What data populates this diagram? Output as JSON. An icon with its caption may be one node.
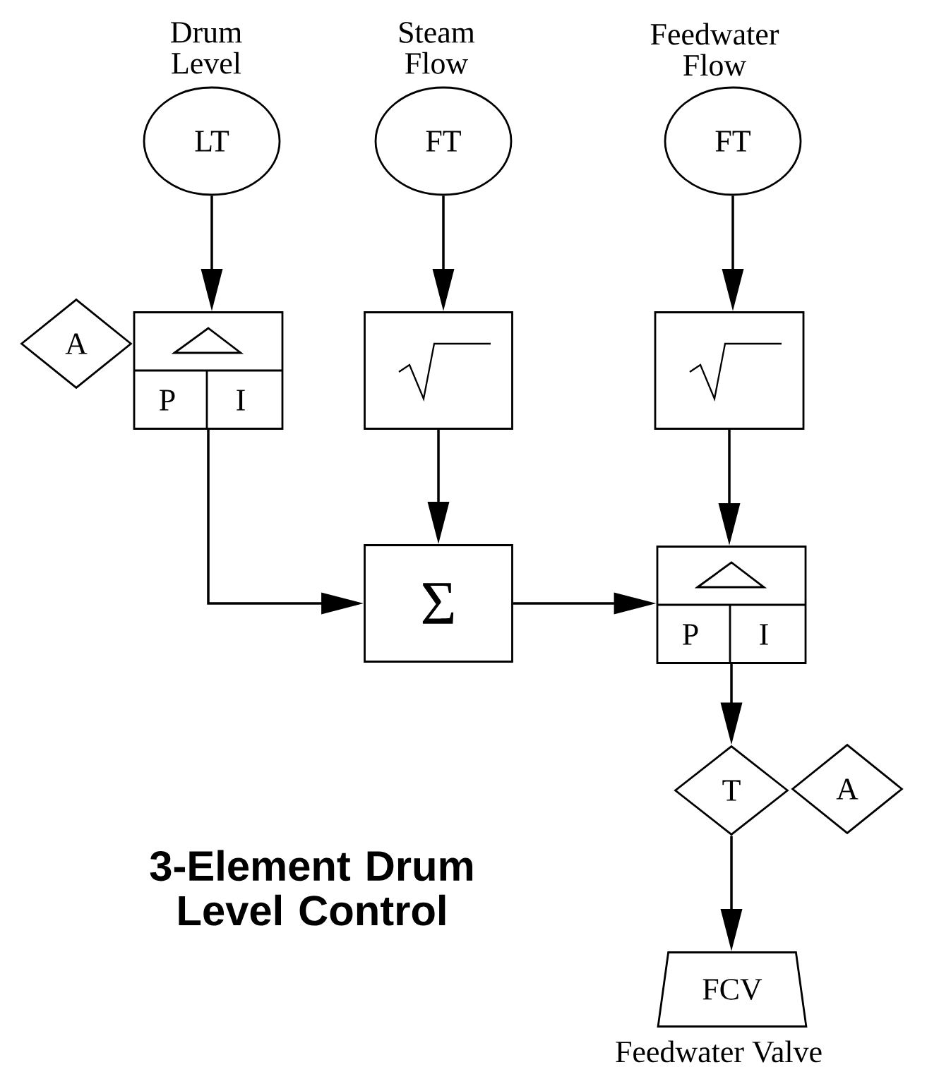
{
  "diagram": {
    "title": "3-Element Drum Level Control",
    "nodes": [
      {
        "text": [
          "Drum Level",
          "LT"
        ]
      },
      {
        "text": [
          "Steam Flow",
          "FT"
        ]
      },
      {
        "text": [
          "Feedwater Flow",
          "FT"
        ]
      },
      {
        "text": [
          "A"
        ]
      },
      {
        "text": [
          "P",
          "I"
        ]
      },
      {
        "text": [],
        "shape": "box"
      },
      {
        "text": [],
        "shape": "box"
      },
      {
        "text": [
          "Σ"
        ]
      },
      {
        "text": [
          "P",
          "I"
        ]
      },
      {
        "text": [
          "T"
        ]
      },
      {
        "text": [
          "A"
        ]
      },
      {
        "text": [
          "FCV"
        ],
        "beside": [
          "Feedwater Valve"
        ]
      }
    ],
    "edges": [
      {
        "from": 0,
        "to": 4,
        "arrow": "to"
      },
      {
        "from": 1,
        "to": 5,
        "arrow": "to"
      },
      {
        "from": 2,
        "to": 6,
        "arrow": "to"
      },
      {
        "from": 5,
        "to": 7,
        "arrow": "to"
      },
      {
        "from": 4,
        "to": 7,
        "arrow": "to"
      },
      {
        "from": 7,
        "to": 8,
        "arrow": "to"
      },
      {
        "from": 6,
        "to": 8,
        "arrow": "to"
      },
      {
        "from": 8,
        "to": 9,
        "arrow": "to"
      },
      {
        "from": 9,
        "to": 11,
        "arrow": "to"
      }
    ]
  }
}
